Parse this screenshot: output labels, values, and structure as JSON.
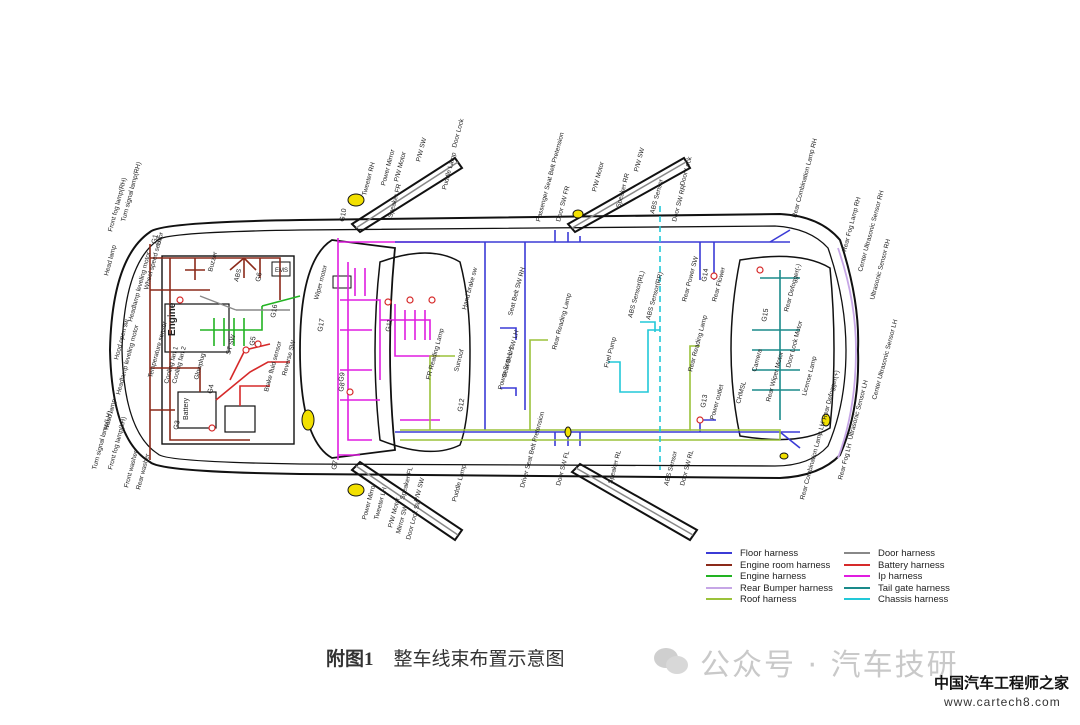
{
  "caption": {
    "figure": "附图1",
    "title": "整车线束布置示意图"
  },
  "watermark": {
    "brand": "公众号 · 汽车技研",
    "site_name": "中国汽车工程师之家",
    "site_url": "www.cartech8.com"
  },
  "legend": [
    {
      "label": "Floor harness",
      "color": "#3b3bd6"
    },
    {
      "label": "Engine room harness",
      "color": "#8b2a1a"
    },
    {
      "label": "Engine harness",
      "color": "#22b322"
    },
    {
      "label": "Rear Bumper harness",
      "color": "#c6a6e6"
    },
    {
      "label": "Roof harness",
      "color": "#9bc23a"
    },
    {
      "label": "Door harness",
      "color": "#888888"
    },
    {
      "label": "Battery harness",
      "color": "#d62a2a"
    },
    {
      "label": "Ip harness",
      "color": "#e01de0"
    },
    {
      "label": "Tail gate harness",
      "color": "#1a8a8a"
    },
    {
      "label": "Chassis harness",
      "color": "#22c8d8"
    }
  ],
  "boxes": {
    "engine": "Engine",
    "battery": "Battery",
    "ecu": "EMS"
  },
  "labels": [
    "Front fog lamp(RH)",
    "Turn signal lamp(RH)",
    "Head lamp",
    "Wheel speed sensor",
    "Headlamp leveling motor",
    "Hood open sw",
    "Temperature sensor",
    "Cooling fan 1",
    "Cooling fan 2",
    "Glowplug",
    "Headlamp leveling motor",
    "Head lamp",
    "Turn signal lamp(LH)",
    "Front fog lamp(LH)",
    "Front washer",
    "Rear washer",
    "Buzzer",
    "ABS",
    "ST SW",
    "Brake fluid sensor",
    "Reverse SW",
    "Wiper motor",
    "Tweeter RH",
    "Power Mirror",
    "P/W Motor",
    "P/W SW",
    "Speaker FR",
    "Door Lock",
    "Puddle Lamp",
    "Power Mirror",
    "Tweeter LH",
    "P/W Motor",
    "Mirror SW",
    "Door Lock SW",
    "Speaker FL",
    "P/W SW",
    "Puddle Lamp",
    "Hand brake sw",
    "Seat Belt SW RH",
    "Seat Belt SW LH",
    "Power Seat LH",
    "Sunroof",
    "FR Reading Lamp",
    "Passenger Seat Belt Pretension",
    "Door SW FR",
    "Driver Seat Belt Pretension",
    "Door SW FL",
    "Rear Reading Lamp",
    "Fuel Pump",
    "ABS Sensor(RL)",
    "ABS Sensor(RR)",
    "P/W Motor",
    "P/W SW",
    "Door Lock",
    "ABS Sensor",
    "Door SW RR",
    "ABS Sensor",
    "Door SW RL",
    "Speaker RL",
    "Speaker RR",
    "Rear Reading Lamp",
    "Power outlet",
    "Rear Power SW",
    "Rear Flower",
    "Rear Combination Lamp RH",
    "Rear Fog Lamp RH",
    "Center Ultrasonic Sensor RH",
    "Ultrasonic Sensor RH",
    "Rear Defogger(-)",
    "Camera",
    "Door Lock Motor",
    "License Lamp",
    "Rear Wiper Motor",
    "CHMSL",
    "Rear Defogger(+)",
    "Center Ultrasonic Sensor LH",
    "Ultrasonic Sensor LH",
    "Rear Fog LH",
    "Rear Combination Lamp LH"
  ],
  "connectors": [
    "G1",
    "G2",
    "G3",
    "G4",
    "G5",
    "G6",
    "G7",
    "G8",
    "G9",
    "G10",
    "G11",
    "G12",
    "G13",
    "G14",
    "G15",
    "G16",
    "G17"
  ]
}
